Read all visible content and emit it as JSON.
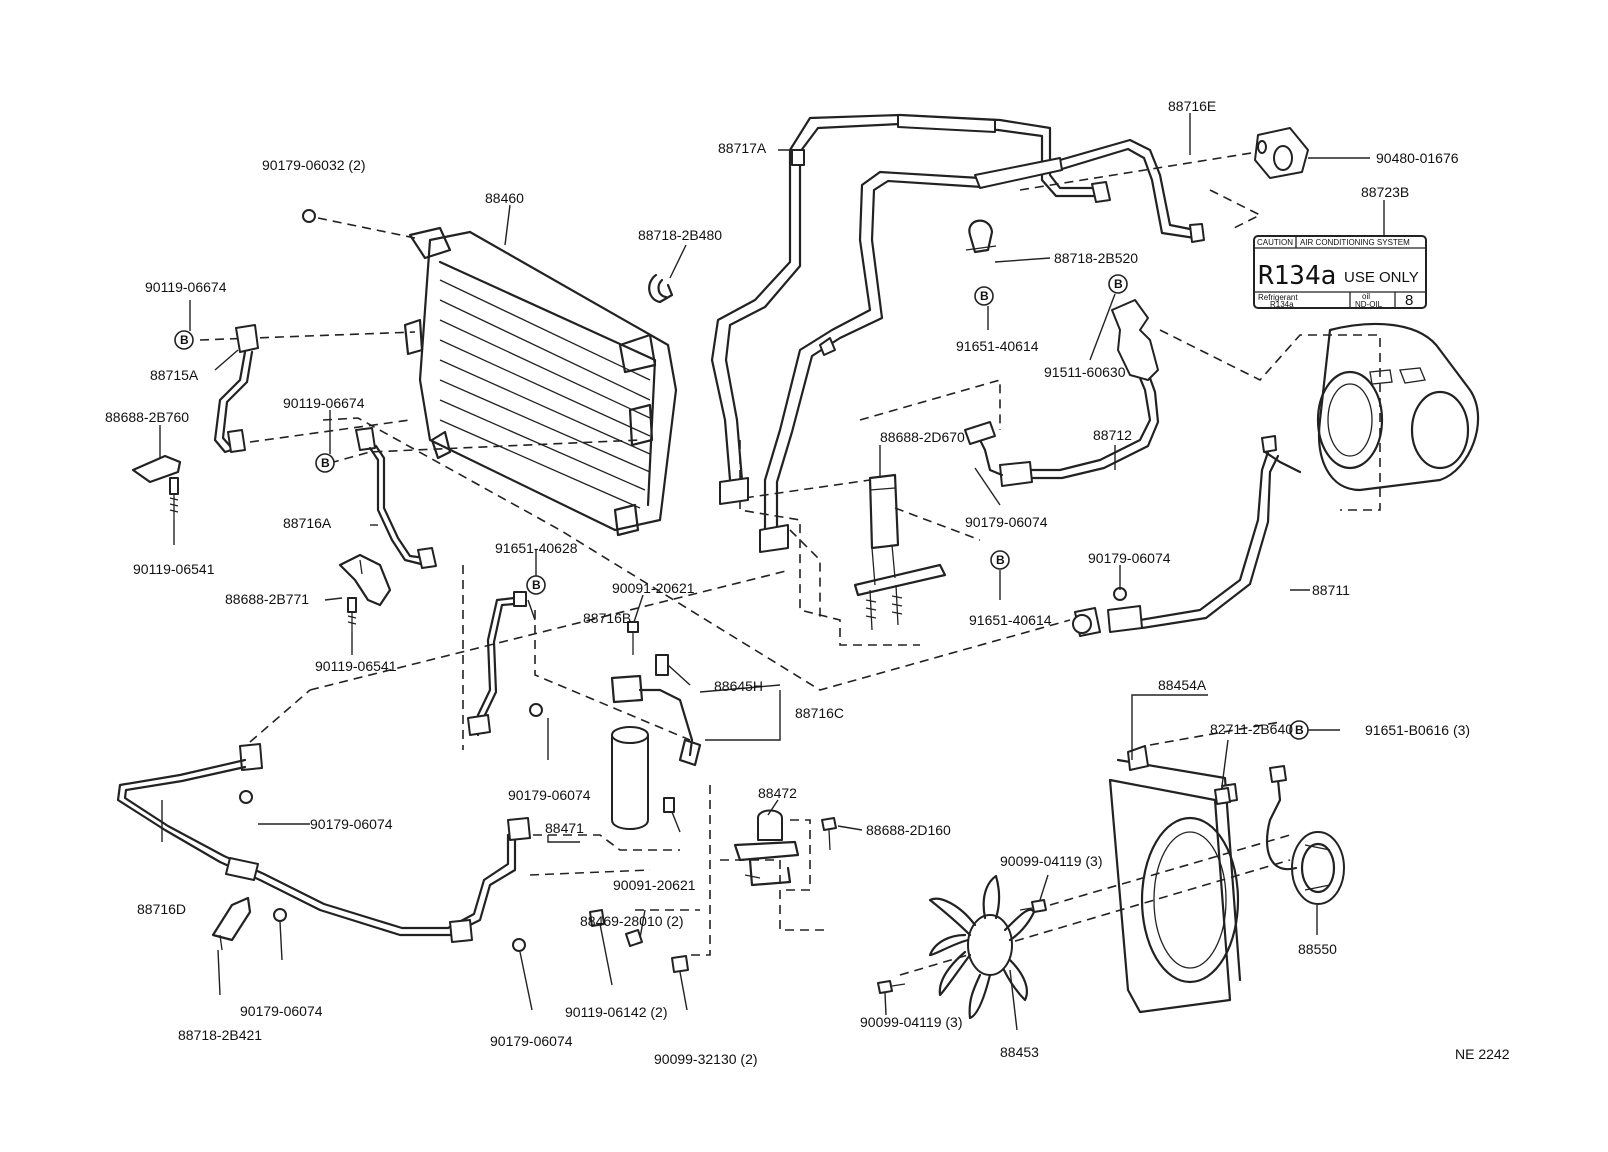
{
  "labels": {
    "l_90179_06032": "90179-06032 (2)",
    "l_88460": "88460",
    "l_88718_2B480": "88718-2B480",
    "l_90119_06674_a": "90119-06674",
    "l_88715A": "88715A",
    "l_88688_2B760": "88688-2B760",
    "l_90119_06674_b": "90119-06674",
    "l_90119_06541_a": "90119-06541",
    "l_88716A": "88716A",
    "l_88688_2B771": "88688-2B771",
    "l_90119_06541_b": "90119-06541",
    "l_91651_40628": "91651-40628",
    "l_90091_20621_a": "90091-20621",
    "l_88716B": "88716B",
    "l_88645H": "88645H",
    "l_88716C": "88716C",
    "l_90179_06074_a": "90179-06074",
    "l_90179_06074_b": "90179-06074",
    "l_88471": "88471",
    "l_90091_20621_b": "90091-20621",
    "l_88469_28010": "88469-28010 (2)",
    "l_90119_06142": "90119-06142 (2)",
    "l_90099_32130": "90099-32130 (2)",
    "l_90179_06074_c": "90179-06074",
    "l_90179_06074_d": "90179-06074",
    "l_88716D": "88716D",
    "l_88718_2B421": "88718-2B421",
    "l_88717A": "88717A",
    "l_88716E": "88716E",
    "l_90480_01676": "90480-01676",
    "l_88723B": "88723B",
    "l_88718_2B520": "88718-2B520",
    "l_91651_40614_a": "91651-40614",
    "l_91511_60630": "91511-60630",
    "l_88688_2D670": "88688-2D670",
    "l_88712": "88712",
    "l_90179_06074_e": "90179-06074",
    "l_91651_40614_b": "91651-40614",
    "l_90179_06074_f": "90179-06074",
    "l_88711": "88711",
    "l_88454A": "88454A",
    "l_82711_2B640": "82711-2B640",
    "l_91651_B0616": "91651-B0616 (3)",
    "l_88472": "88472",
    "l_88688_2D160": "88688-2D160",
    "l_90099_04119_a": "90099-04119 (3)",
    "l_90099_04119_b": "90099-04119 (3)",
    "l_88550": "88550",
    "l_88453": "88453",
    "l_NE2242": "NE 2242"
  },
  "b_marker": "B",
  "tag": {
    "header_left": "CAUTION",
    "header_right": "AIR CONDITIONING SYSTEM",
    "main_code": "R134a",
    "main_text": "USE ONLY",
    "sub_left_1": "Refrigerant",
    "sub_left_2": "R134a",
    "sub_mid_1": "oil",
    "sub_mid_2": "ND-OIL",
    "sub_right": "8"
  }
}
